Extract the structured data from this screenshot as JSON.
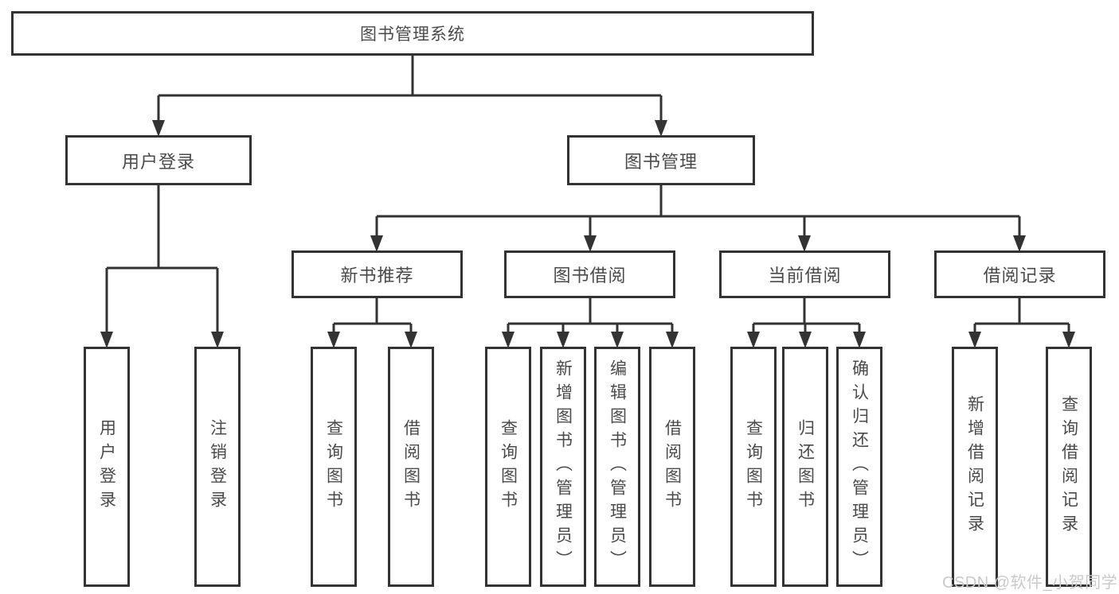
{
  "diagram": {
    "root": "图书管理系统",
    "login": {
      "label": "用户登录",
      "children": [
        "用户登录",
        "注销登录"
      ]
    },
    "management": {
      "label": "图书管理",
      "sections": [
        {
          "label": "新书推荐",
          "children": [
            "查询图书",
            "借阅图书"
          ]
        },
        {
          "label": "图书借阅",
          "children": [
            "查询图书",
            "新增图书（管理员）",
            "编辑图书（管理员）",
            "借阅图书"
          ]
        },
        {
          "label": "当前借阅",
          "children": [
            "查询图书",
            "归还图书",
            "确认归还（管理员）"
          ]
        },
        {
          "label": "借阅记录",
          "children": [
            "新增借阅记录",
            "查询借阅记录"
          ]
        }
      ]
    },
    "watermark": "CSDN @软件_小贺同学",
    "colors": {
      "line": "#333333",
      "text": "#4a4a4a",
      "background": "#ffffff",
      "watermark": "#c9c9c9"
    }
  }
}
